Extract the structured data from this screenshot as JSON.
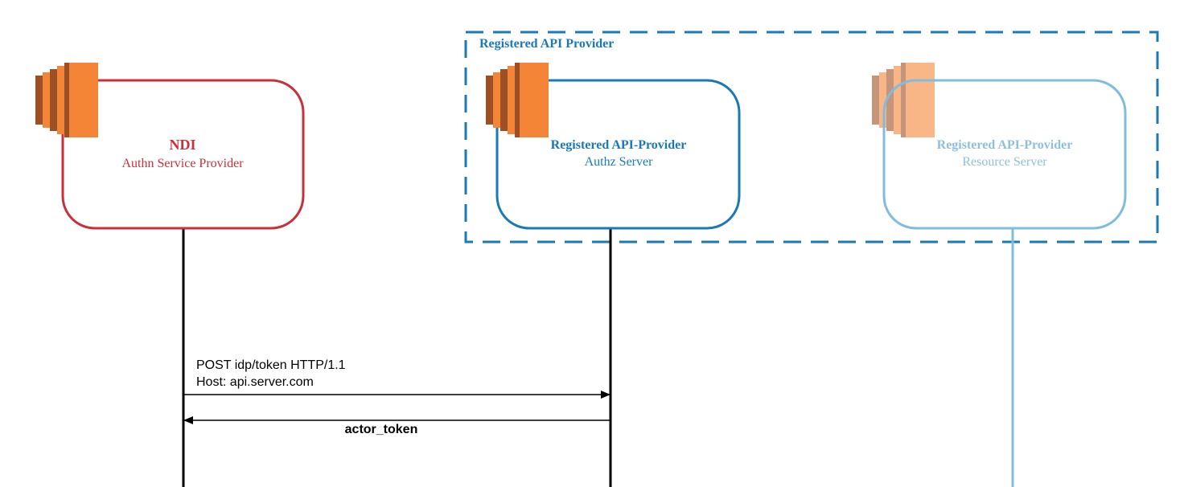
{
  "colors": {
    "ndi": "#c8303b",
    "authz": "#1a79b7",
    "resource": "#7fbcdd",
    "resource_text": "#8dc0de",
    "group_border": "#1a79b7",
    "lifeline": "#000000",
    "icon_orange": "#f58536",
    "icon_dark": "#9d5025"
  },
  "group": {
    "label": "Registered API Provider"
  },
  "participants": [
    {
      "id": "ndi",
      "title": "NDI",
      "subtitle": "Authn Service Provider",
      "icon": "aws-ec2-instance-icon"
    },
    {
      "id": "authz",
      "title": "Registered API-Provider",
      "subtitle": "Authz Server",
      "icon": "aws-ec2-instance-icon"
    },
    {
      "id": "resource",
      "title": "Registered API-Provider",
      "subtitle": "Resource Server",
      "icon": "aws-ec2-instance-icon"
    }
  ],
  "messages": [
    {
      "from": "ndi",
      "to": "authz",
      "lines": [
        "POST idp/token HTTP/1.1",
        "Host: api.server.com"
      ]
    },
    {
      "from": "authz",
      "to": "ndi",
      "label": "actor_token"
    }
  ]
}
